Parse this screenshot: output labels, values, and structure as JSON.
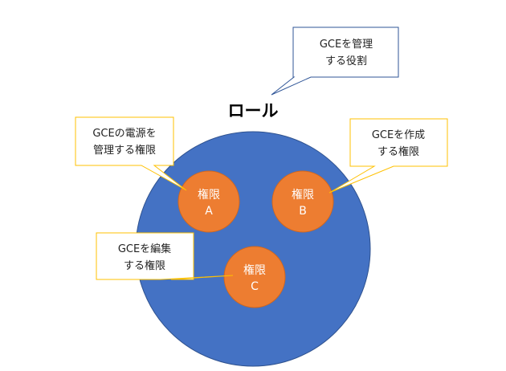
{
  "role": {
    "title": "ロール",
    "fill_color": "#4472C4",
    "callout": {
      "line1": "GCEを管理",
      "line2": "する役割",
      "border_color": "#2F5597"
    }
  },
  "permissions": [
    {
      "id": "a",
      "line1": "権限",
      "line2": "A",
      "callout": {
        "line1": "GCEの電源を",
        "line2": "管理する権限"
      }
    },
    {
      "id": "b",
      "line1": "権限",
      "line2": "B",
      "callout": {
        "line1": "GCEを作成",
        "line2": "する権限"
      }
    },
    {
      "id": "c",
      "line1": "権限",
      "line2": "C",
      "callout": {
        "line1": "GCEを編集",
        "line2": "する権限"
      }
    }
  ],
  "colors": {
    "permission_fill": "#ED7D31",
    "permission_stroke": "#D0661E",
    "permission_callout_border": "#FFC000",
    "role_stroke": "#2F528F"
  }
}
